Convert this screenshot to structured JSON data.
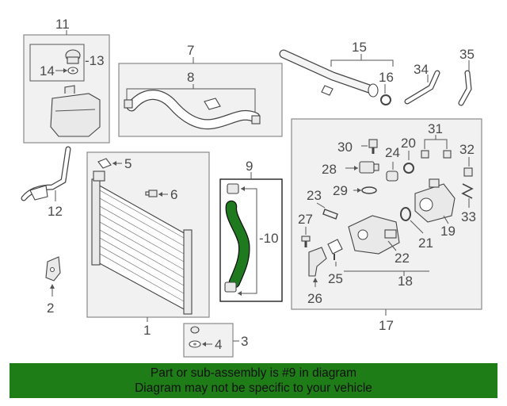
{
  "callouts": {
    "n1": "1",
    "n2": "2",
    "n3": "3",
    "n4": "4",
    "n5": "5",
    "n6": "6",
    "n7": "7",
    "n8": "8",
    "n9": "9",
    "n10": "-10",
    "n11": "11",
    "n12": "12",
    "n13": "-13",
    "n14": "14",
    "n15": "15",
    "n16": "16",
    "n17": "17",
    "n18": "18",
    "n19": "19",
    "n20": "20",
    "n21": "21",
    "n22": "22",
    "n23": "23",
    "n24": "24",
    "n25": "25",
    "n26": "26",
    "n27": "27",
    "n28": "28",
    "n29": "29",
    "n30": "30",
    "n31": "31",
    "n32": "32",
    "n33": "33",
    "n34": "34",
    "n35": "35"
  },
  "banner": {
    "line1": "Part or sub-assembly is #9 in diagram",
    "line2": "Diagram may not be specific to your vehicle"
  },
  "colors": {
    "highlight_hose": "#1f7a1f",
    "banner_bg": "#1e7d16"
  }
}
